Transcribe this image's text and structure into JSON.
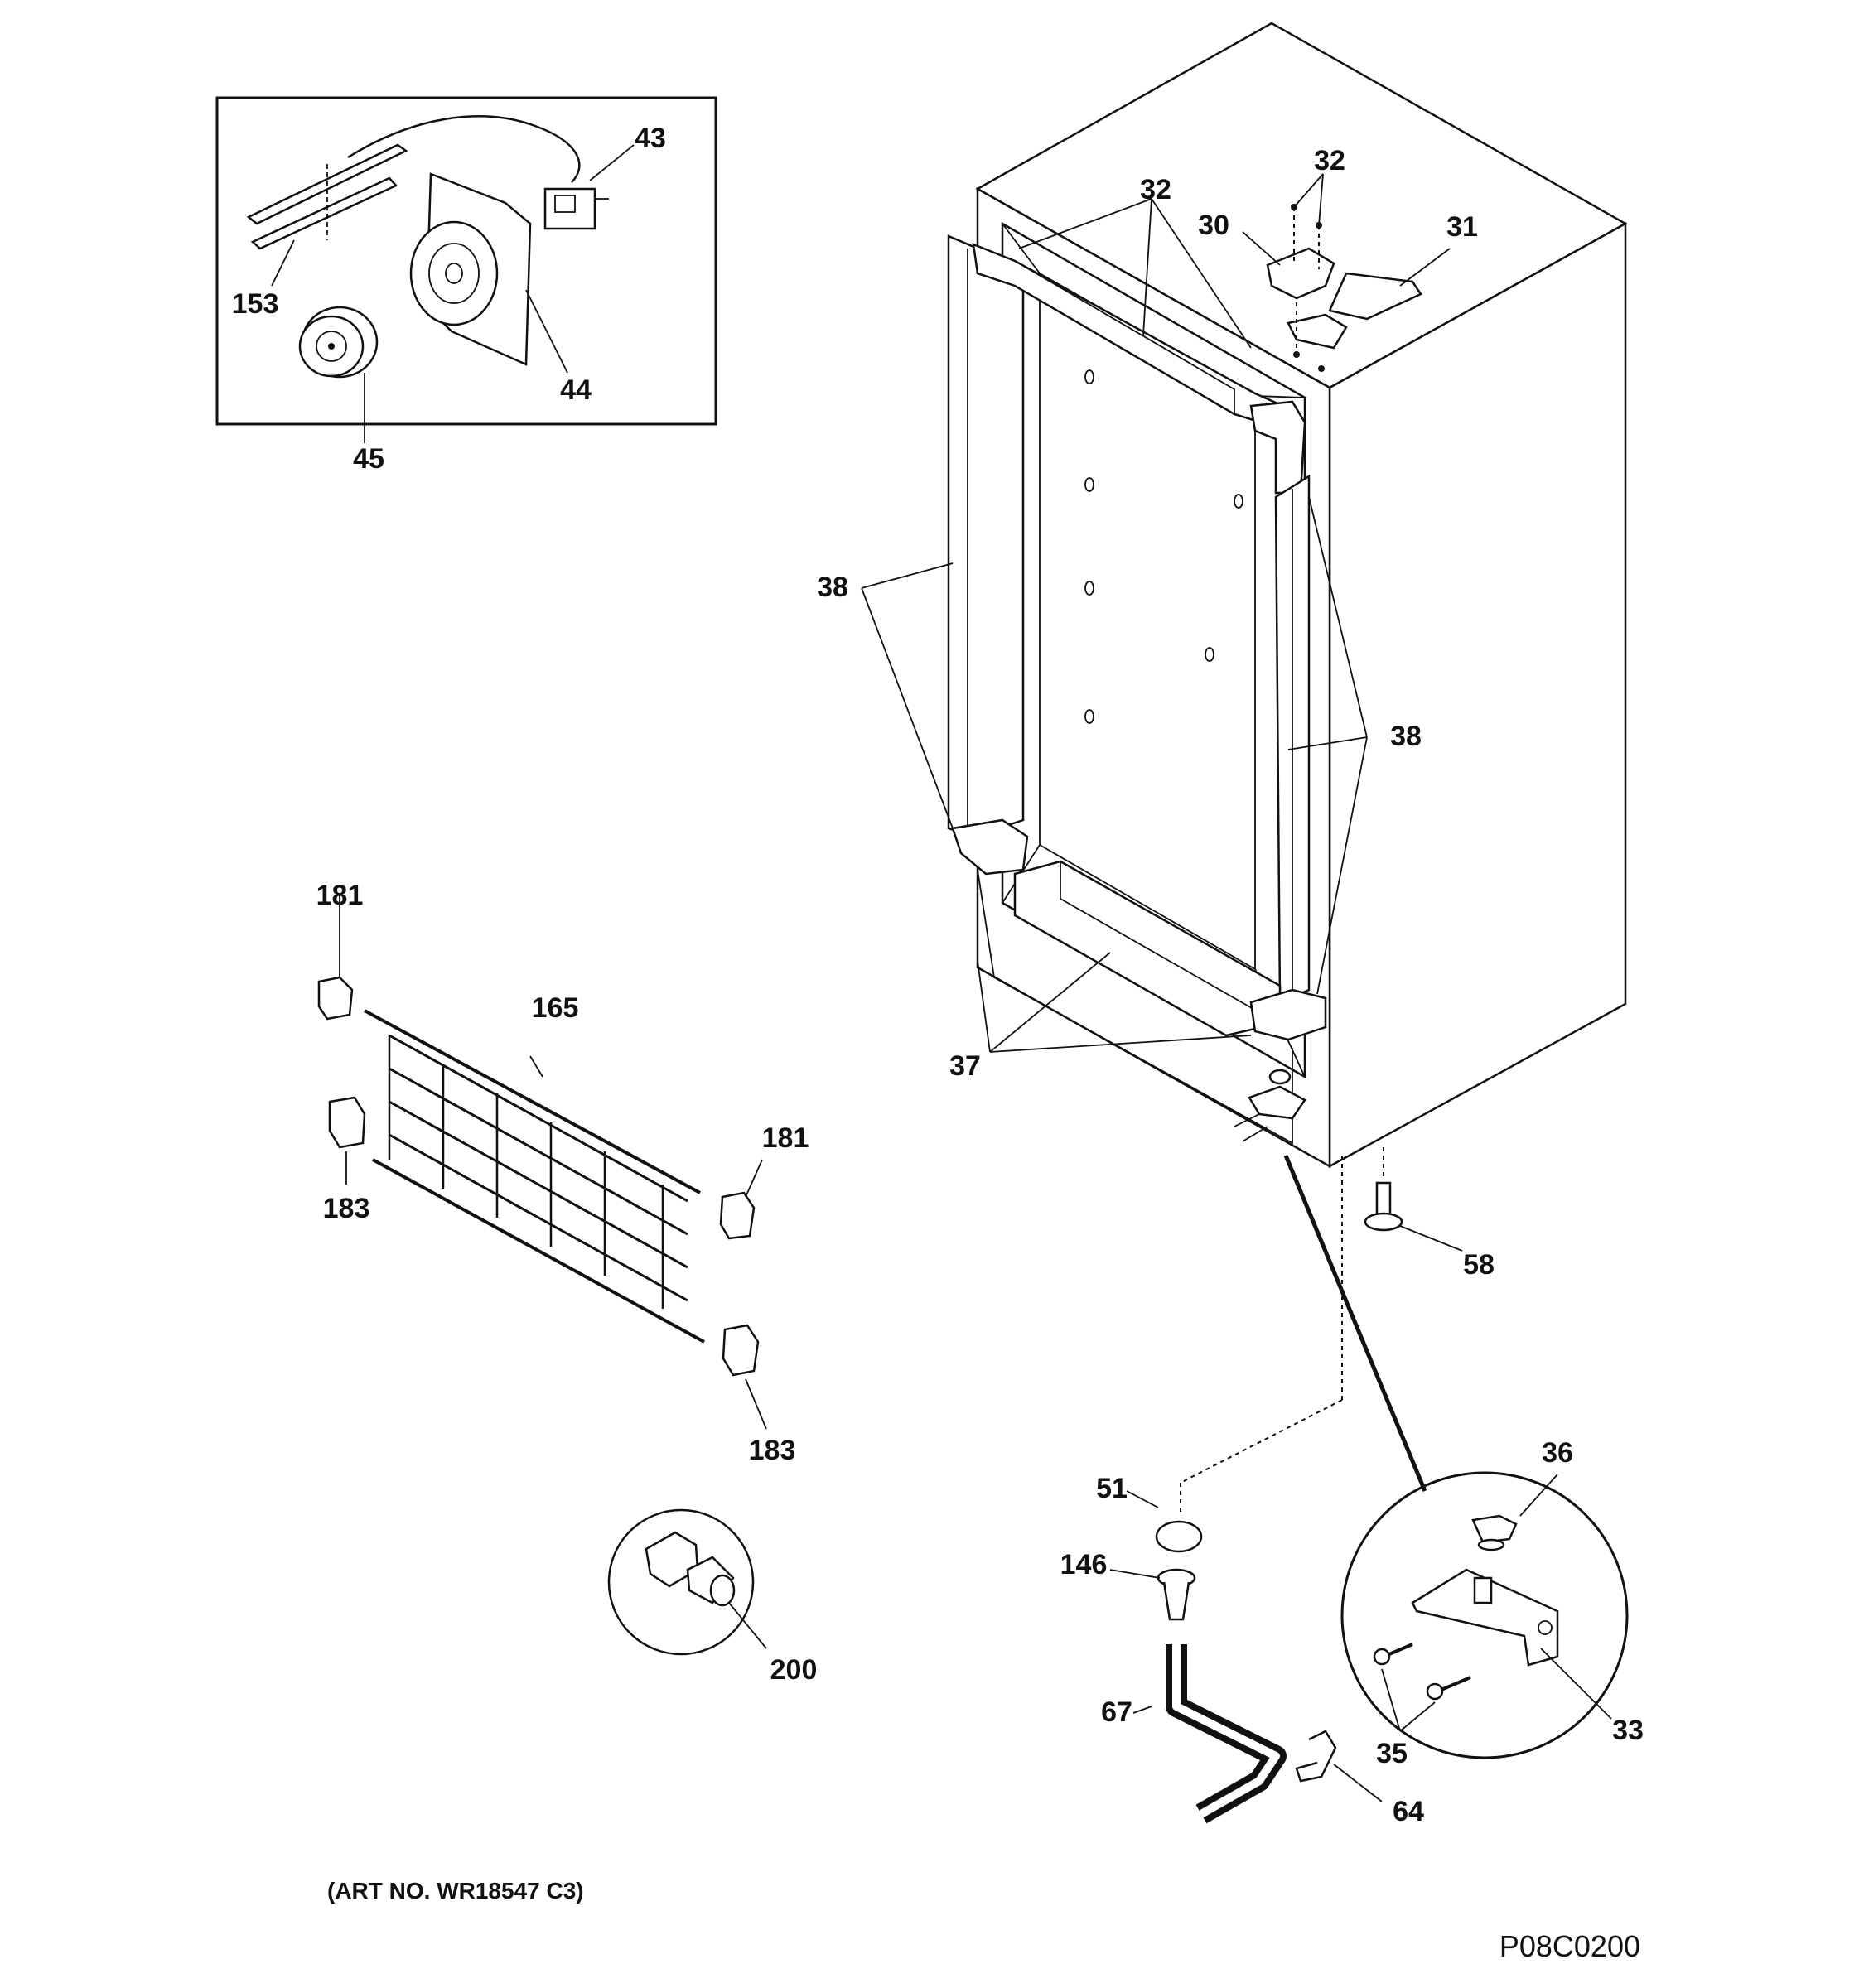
{
  "labels": {
    "l43": "43",
    "l153": "153",
    "l44": "44",
    "l45": "45",
    "l32a": "32",
    "l32b": "32",
    "l30": "30",
    "l31": "31",
    "l38a": "38",
    "l38b": "38",
    "l37": "37",
    "l181a": "181",
    "l165": "165",
    "l183a": "183",
    "l181b": "181",
    "l183b": "183",
    "l58": "58",
    "l36": "36",
    "l51": "51",
    "l146": "146",
    "l200": "200",
    "l67": "67",
    "l33": "33",
    "l35": "35",
    "l64": "64"
  },
  "footer": {
    "art_no": "(ART NO. WR18547 C3)",
    "drawing_code": "P08C0200"
  }
}
